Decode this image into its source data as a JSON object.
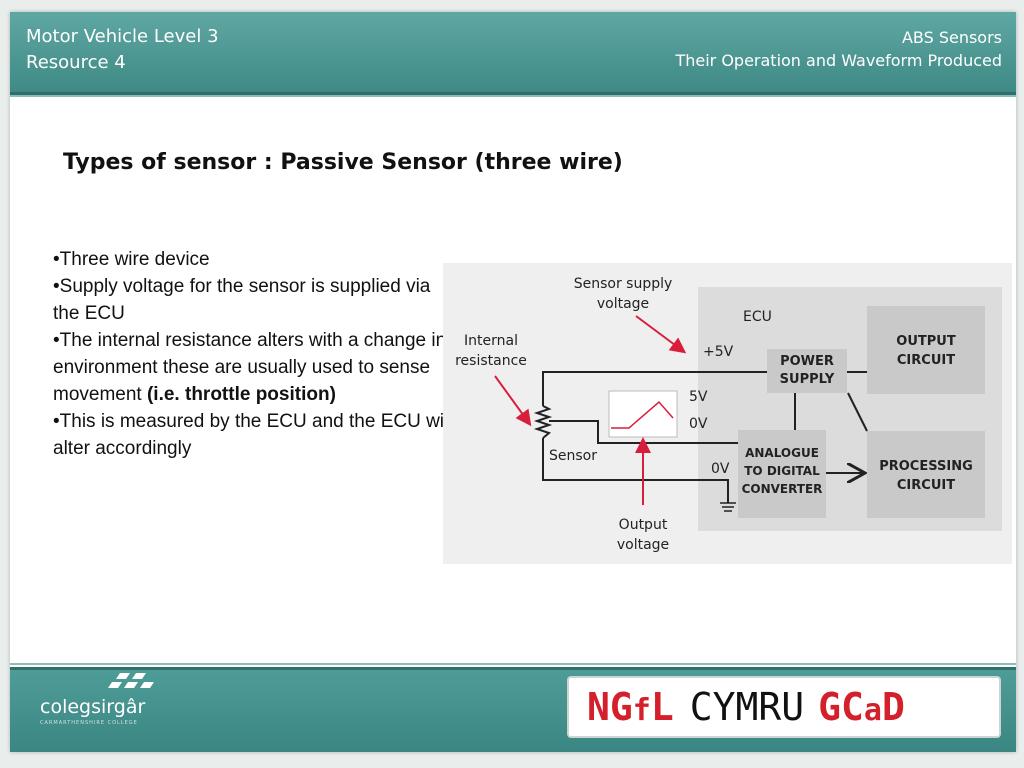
{
  "header": {
    "left_line1": "Motor Vehicle Level 3",
    "left_line2": "Resource 4",
    "right_line1": "ABS Sensors",
    "right_line2": "Their Operation and Waveform Produced"
  },
  "title": "Types of sensor : Passive Sensor (three wire)",
  "bullets": [
    "•Three wire device",
    "•Supply voltage for the sensor is supplied via the ECU",
    "•The internal resistance alters with a change in environment these are usually used to sense movement ",
    "•This is measured by the ECU and the ECU will alter accordingly"
  ],
  "bullet3_bold": "(i.e. throttle position)",
  "diagram": {
    "sensor_supply_1": "Sensor supply",
    "sensor_supply_2": "voltage",
    "internal_1": "Internal",
    "internal_2": "resistance",
    "ecu": "ECU",
    "plus5v": "+5V",
    "power_1": "POWER",
    "power_2": "SUPPLY",
    "output_circuit_1": "OUTPUT",
    "output_circuit_2": "CIRCUIT",
    "v5": "5V",
    "v0a": "0V",
    "v0b": "0V",
    "sensor": "Sensor",
    "adc_1": "ANALOGUE",
    "adc_2": "TO DIGITAL",
    "adc_3": "CONVERTER",
    "proc_1": "PROCESSING",
    "proc_2": "CIRCUIT",
    "output_voltage_1": "Output",
    "output_voltage_2": "voltage"
  },
  "footer": {
    "college": "colegsirgâr",
    "college_sub": "CARMARTHENSHIRE COLLEGE",
    "ngfl_n": "NG",
    "ngfl_f": "f",
    "ngfl_l": "L",
    "cymru": "CYMRU",
    "gcad_gc": "GC",
    "gcad_a": "a",
    "gcad_d": "D"
  },
  "colors": {
    "header_teal": "#4f9a96",
    "arrow_red": "#d81e3c",
    "box_grey": "#c9c9c9",
    "panel_grey": "#dcdcdc"
  }
}
